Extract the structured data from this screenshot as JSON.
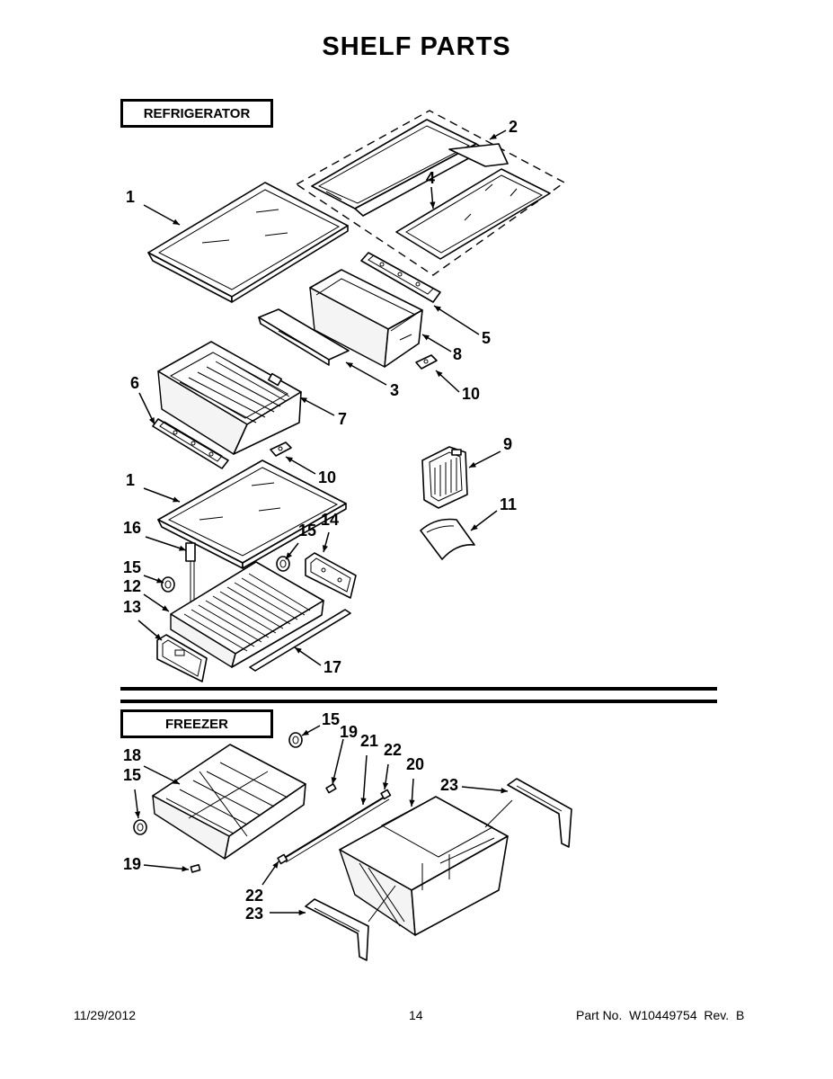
{
  "page": {
    "title": "SHELF PARTS"
  },
  "sections": {
    "refrigerator_label": "REFRIGERATOR",
    "freezer_label": "FREEZER"
  },
  "callouts": {
    "refrigerator": [
      {
        "id": "r1a",
        "text": "1"
      },
      {
        "id": "r2",
        "text": "2"
      },
      {
        "id": "r4",
        "text": "4"
      },
      {
        "id": "r5",
        "text": "5"
      },
      {
        "id": "r8",
        "text": "8"
      },
      {
        "id": "r3",
        "text": "3"
      },
      {
        "id": "r10a",
        "text": "10"
      },
      {
        "id": "r6",
        "text": "6"
      },
      {
        "id": "r7",
        "text": "7"
      },
      {
        "id": "r10b",
        "text": "10"
      },
      {
        "id": "r9",
        "text": "9"
      },
      {
        "id": "r1b",
        "text": "1"
      },
      {
        "id": "r11",
        "text": "11"
      },
      {
        "id": "r16",
        "text": "16"
      },
      {
        "id": "r15a",
        "text": "15"
      },
      {
        "id": "r14",
        "text": "14"
      },
      {
        "id": "r15b",
        "text": "15"
      },
      {
        "id": "r12",
        "text": "12"
      },
      {
        "id": "r13",
        "text": "13"
      },
      {
        "id": "r17",
        "text": "17"
      }
    ],
    "freezer": [
      {
        "id": "f15a",
        "text": "15"
      },
      {
        "id": "f19a",
        "text": "19"
      },
      {
        "id": "f21",
        "text": "21"
      },
      {
        "id": "f22a",
        "text": "22"
      },
      {
        "id": "f20",
        "text": "20"
      },
      {
        "id": "f18",
        "text": "18"
      },
      {
        "id": "f15b",
        "text": "15"
      },
      {
        "id": "f23a",
        "text": "23"
      },
      {
        "id": "f19b",
        "text": "19"
      },
      {
        "id": "f22b",
        "text": "22"
      },
      {
        "id": "f23b",
        "text": "23"
      }
    ]
  },
  "footer": {
    "date": "11/29/2012",
    "page_number": "14",
    "part_number": "Part No.  W10449754  Rev.  B"
  }
}
